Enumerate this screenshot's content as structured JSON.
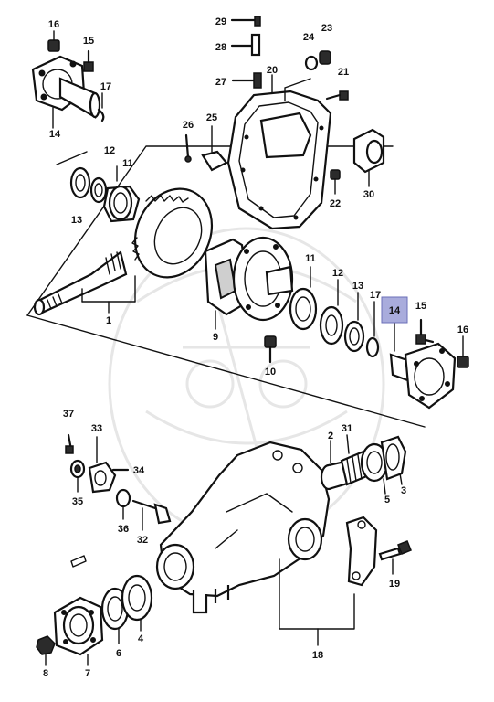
{
  "callouts": [
    {
      "id": "c1",
      "text": "1"
    },
    {
      "id": "c2",
      "text": "2"
    },
    {
      "id": "c3",
      "text": "3"
    },
    {
      "id": "c4",
      "text": "4"
    },
    {
      "id": "c5",
      "text": "5"
    },
    {
      "id": "c6",
      "text": "6"
    },
    {
      "id": "c7",
      "text": "7"
    },
    {
      "id": "c8",
      "text": "8"
    },
    {
      "id": "c9",
      "text": "9"
    },
    {
      "id": "c10",
      "text": "10"
    },
    {
      "id": "c11a",
      "text": "11"
    },
    {
      "id": "c11b",
      "text": "11"
    },
    {
      "id": "c12a",
      "text": "12"
    },
    {
      "id": "c12b",
      "text": "12"
    },
    {
      "id": "c13a",
      "text": "13"
    },
    {
      "id": "c13b",
      "text": "13"
    },
    {
      "id": "c14a",
      "text": "14"
    },
    {
      "id": "c14b",
      "text": "14"
    },
    {
      "id": "c15a",
      "text": "15"
    },
    {
      "id": "c15b",
      "text": "15"
    },
    {
      "id": "c16a",
      "text": "16"
    },
    {
      "id": "c16b",
      "text": "16"
    },
    {
      "id": "c17a",
      "text": "17"
    },
    {
      "id": "c17b",
      "text": "17"
    },
    {
      "id": "c18",
      "text": "18"
    },
    {
      "id": "c19",
      "text": "19"
    },
    {
      "id": "c20",
      "text": "20"
    },
    {
      "id": "c21",
      "text": "21"
    },
    {
      "id": "c22",
      "text": "22"
    },
    {
      "id": "c23",
      "text": "23"
    },
    {
      "id": "c24",
      "text": "24"
    },
    {
      "id": "c25",
      "text": "25"
    },
    {
      "id": "c26",
      "text": "26"
    },
    {
      "id": "c27",
      "text": "27"
    },
    {
      "id": "c28",
      "text": "28"
    },
    {
      "id": "c29",
      "text": "29"
    },
    {
      "id": "c30",
      "text": "30"
    },
    {
      "id": "c31",
      "text": "31"
    },
    {
      "id": "c32",
      "text": "32"
    },
    {
      "id": "c33",
      "text": "33"
    },
    {
      "id": "c34",
      "text": "34"
    },
    {
      "id": "c35",
      "text": "35"
    },
    {
      "id": "c36",
      "text": "36"
    },
    {
      "id": "c37",
      "text": "37"
    }
  ],
  "highlight": {
    "callout": "14",
    "color": "#a9acdc"
  }
}
